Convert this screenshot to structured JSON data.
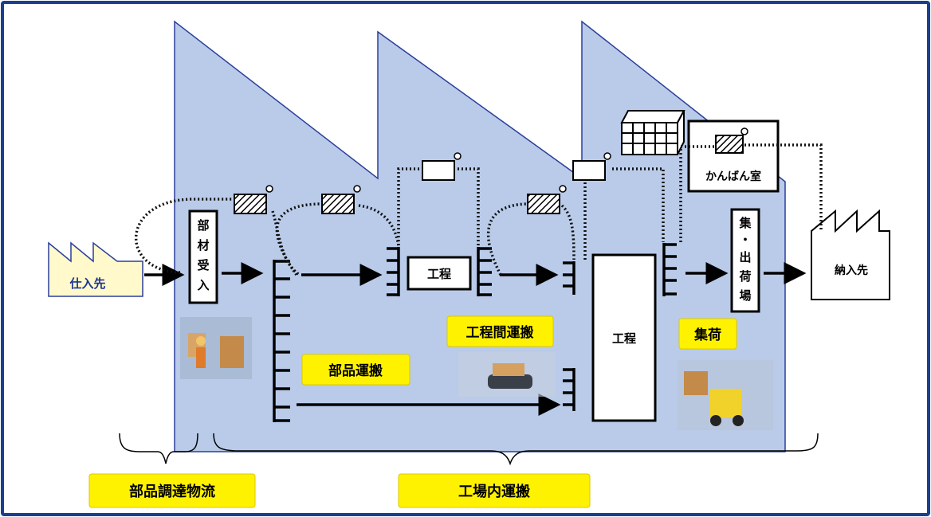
{
  "labels": {
    "supplier": "仕入先",
    "receiving": "部材受入",
    "process_small": "工程",
    "process_large": "工程",
    "shipping_area": "集・出荷場",
    "kanban_room": "かんばん室",
    "customer": "納入先"
  },
  "callouts": {
    "inter_process": "工程間運搬",
    "parts_transport": "部品運搬",
    "collection": "集荷",
    "parts_procurement": "部品調達物流",
    "in_plant": "工場内運搬"
  },
  "colors": {
    "factory_fill": "#b9cbe9",
    "frame_border": "#1a3f8f",
    "callout_fill": "#fff200",
    "supplier_fill": "#fff9cc",
    "supplier_text": "#1a3592"
  }
}
